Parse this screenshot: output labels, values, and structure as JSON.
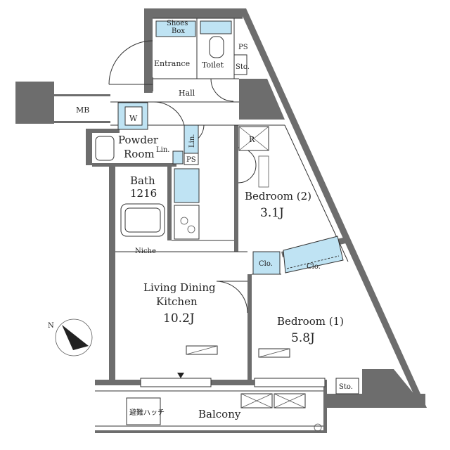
{
  "plan": {
    "rooms": {
      "entrance": "Entrance",
      "toilet": "Toilet",
      "shoes_box_line1": "Shoes",
      "shoes_box_line2": "Box",
      "ps_top": "PS",
      "sto_top": "Sto.",
      "hall": "Hall",
      "mb": "MB",
      "washer": "W",
      "powder_line1": "Powder",
      "powder_line2": "Room",
      "lin_small": "Lin.",
      "lin_vertical": "Lin.",
      "ps_mid": "PS",
      "refrigerator": "R",
      "bath": "Bath",
      "bath_size": "1216",
      "bedroom2": "Bedroom (2)",
      "bedroom2_area": "3.1J",
      "niche": "Niche",
      "clo_left": "Clo.",
      "clo_right": "Clo.",
      "ldk_line1": "Living Dining",
      "ldk_line2": "Kitchen",
      "ldk_area": "10.2J",
      "bedroom1": "Bedroom (1)",
      "bedroom1_area": "5.8J",
      "sto_bottom": "Sto.",
      "balcony": "Balcony",
      "hatch": "避難ハッチ",
      "north": "N"
    },
    "colors": {
      "wall": "#6d6d6d",
      "storage_fill": "#bfe3f3"
    }
  }
}
